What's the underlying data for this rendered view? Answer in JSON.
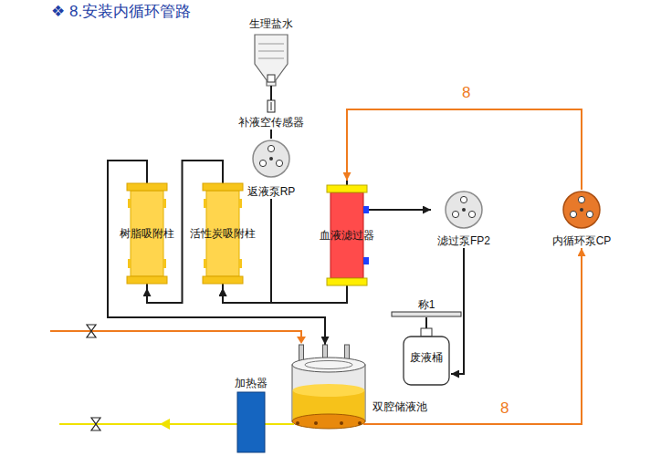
{
  "diagram": {
    "title": "❖ 8.安装内循环管路",
    "nodes": [
      {
        "text": [
          "生理盐水"
        ]
      },
      {
        "text": [
          "补液空传感器"
        ]
      },
      {
        "text": [
          "返液泵RP"
        ]
      },
      {
        "text": [
          "树脂吸附柱"
        ]
      },
      {
        "text": [
          "活性炭吸附柱"
        ]
      },
      {
        "text": [
          "血液滤过器"
        ]
      },
      {
        "text": [
          "滤过泵FP2"
        ]
      },
      {
        "text": [
          "内循环泵CP"
        ]
      },
      {
        "text": [
          "称1"
        ]
      },
      {
        "text": [
          "废液桶"
        ]
      },
      {
        "text": [
          "加热器"
        ]
      },
      {
        "text": [
          "双腔储液池"
        ]
      }
    ],
    "edges": [
      {
        "from": 0,
        "to": 1,
        "arrow": "none"
      },
      {
        "from": 1,
        "to": 2,
        "arrow": "none"
      },
      {
        "from": 2,
        "to": 4,
        "arrow": "to"
      },
      {
        "from": 5,
        "to": 4,
        "arrow": "to"
      },
      {
        "from": 4,
        "to": 3,
        "arrow": "to"
      },
      {
        "from": 3,
        "to": 11,
        "arrow": "to"
      },
      {
        "from": 5,
        "to": 6,
        "arrow": "to"
      },
      {
        "from": 6,
        "to": 9,
        "arrow": "to"
      },
      {
        "from": 8,
        "to": 9,
        "arrow": "none"
      },
      {
        "from": 11,
        "to": 7,
        "arrow": "to",
        "label": "8"
      },
      {
        "from": 7,
        "to": 5,
        "arrow": "to",
        "label": "8"
      },
      {
        "from": 11,
        "to": 10,
        "arrow": "none"
      }
    ]
  }
}
